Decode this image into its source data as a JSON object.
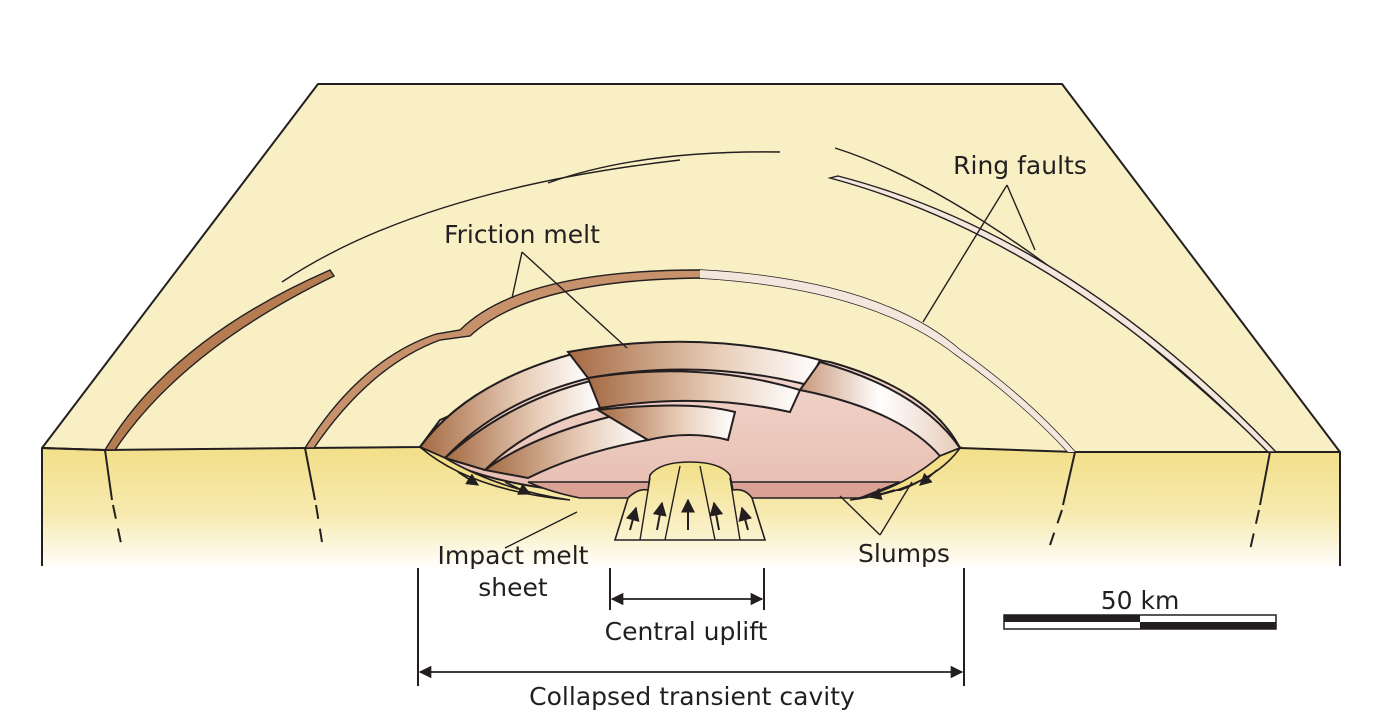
{
  "title": "Complex impact crater formation diagram",
  "labels": {
    "ring_faults": "Ring faults",
    "friction_melt": "Friction melt",
    "impact_melt_line1": "Impact melt",
    "impact_melt_line2": "sheet",
    "slumps": "Slumps",
    "central_uplift": "Central uplift",
    "collapsed_transient_cavity": "Collapsed transient cavity",
    "scale_bar": "50 km"
  },
  "colors": {
    "surface": "#f8f0c4",
    "cross_section_top": "#f2df88",
    "cross_section_bottom": "#ffffff",
    "slump_block_dark": "#a56a43",
    "slump_block_light": "#ffffff",
    "melt_sheet": "#d9a294",
    "crater_floor": "#efd0c6",
    "ink": "#231f20"
  }
}
